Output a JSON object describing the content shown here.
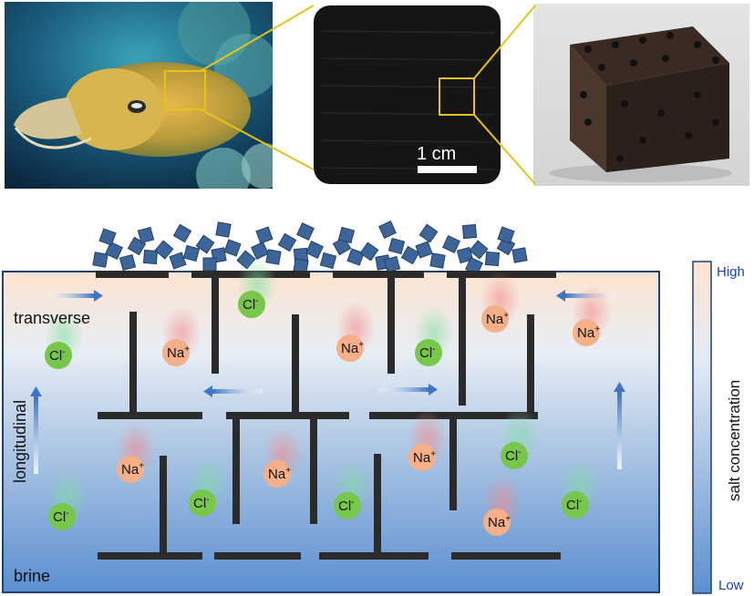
{
  "top_row": {
    "scale_bar_label": "1 cm"
  },
  "diagram": {
    "label_transverse": "transverse",
    "label_longitudinal": "longitudinal",
    "label_brine": "brine",
    "ion_na": "Na",
    "ion_cl": "Cl",
    "sup_plus": "+",
    "sup_minus": "-"
  },
  "colorbar": {
    "high_label": "High",
    "low_label": "Low",
    "title": "salt concentration"
  },
  "colors": {
    "na_ion": "#f5b08a",
    "cl_ion": "#77c74a",
    "wall": "#2b2b2b",
    "crystal": "#3d6599",
    "callout_line": "#e6c21a",
    "high_text": "#1a3fc9"
  }
}
